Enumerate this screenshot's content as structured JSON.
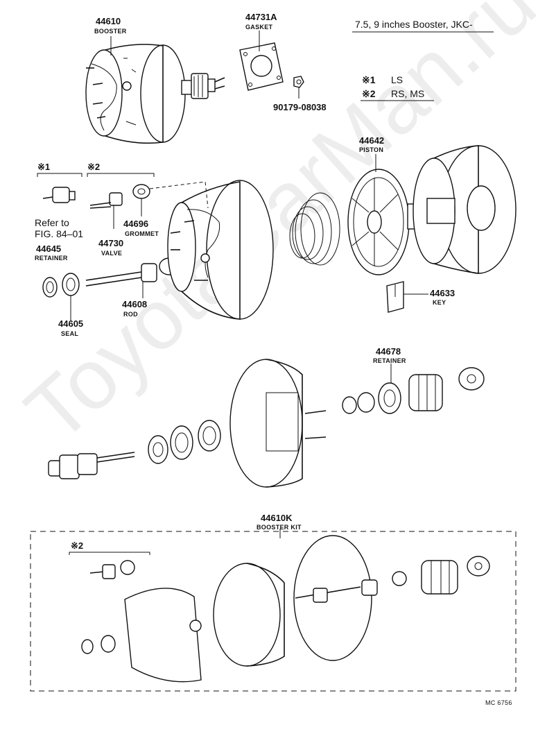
{
  "header": {
    "title": "7.5, 9 inches Booster, JKC-",
    "note1_mark": "※1",
    "note1_text": "LS",
    "note2_mark": "※2",
    "note2_text": "RS, MS"
  },
  "parts": {
    "booster": {
      "number": "44610",
      "name": "BOOSTER"
    },
    "gasket": {
      "number": "44731A",
      "name": "GASKET"
    },
    "nut": {
      "number": "90179-08038"
    },
    "piston": {
      "number": "44642",
      "name": "PISTON"
    },
    "key": {
      "number": "44633",
      "name": "KEY"
    },
    "grommet": {
      "number": "44696",
      "name": "GROMMET"
    },
    "valve": {
      "number": "44730",
      "name": "VALVE"
    },
    "retainer_front": {
      "number": "44645",
      "name": "RETAINER"
    },
    "rod": {
      "number": "44608",
      "name": "ROD"
    },
    "seal": {
      "number": "44605",
      "name": "SEAL"
    },
    "retainer_rear": {
      "number": "44678",
      "name": "RETAINER"
    },
    "kit": {
      "number": "44610K",
      "name": "BOOSTER KIT"
    }
  },
  "group_marks": {
    "mark1": "※1",
    "mark2": "※2",
    "kit_mark2": "※2"
  },
  "refer": {
    "line1": "Refer to",
    "line2": "FIG. 84–01"
  },
  "footer": {
    "code": "MC 6756"
  },
  "watermark": "ToyotaCarMan.ru",
  "colors": {
    "ink": "#111111",
    "background": "#ffffff"
  }
}
